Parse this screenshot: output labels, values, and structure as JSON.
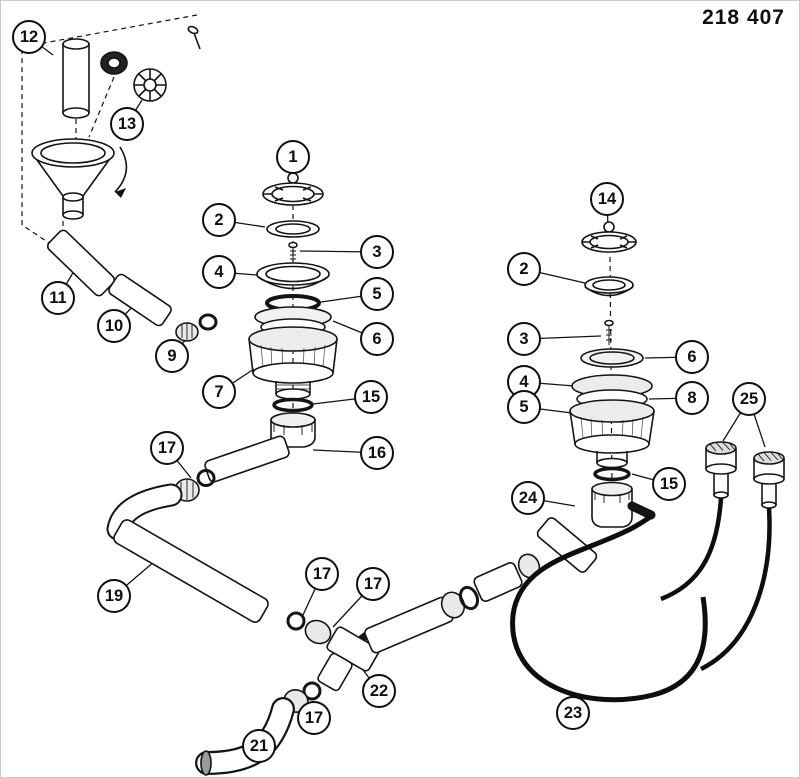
{
  "header": {
    "part_number": "218 407"
  },
  "diagram": {
    "callouts": [
      {
        "label": "12"
      },
      {
        "label": "13"
      },
      {
        "label": "1"
      },
      {
        "label": "2"
      },
      {
        "label": "3"
      },
      {
        "label": "4"
      },
      {
        "label": "5"
      },
      {
        "label": "6"
      },
      {
        "label": "14"
      },
      {
        "label": "2"
      },
      {
        "label": "11"
      },
      {
        "label": "10"
      },
      {
        "label": "9"
      },
      {
        "label": "3"
      },
      {
        "label": "7"
      },
      {
        "label": "6"
      },
      {
        "label": "15"
      },
      {
        "label": "4"
      },
      {
        "label": "8"
      },
      {
        "label": "5"
      },
      {
        "label": "25"
      },
      {
        "label": "16"
      },
      {
        "label": "17"
      },
      {
        "label": "15"
      },
      {
        "label": "24"
      },
      {
        "label": "17"
      },
      {
        "label": "17"
      },
      {
        "label": "19"
      },
      {
        "label": "22"
      },
      {
        "label": "17"
      },
      {
        "label": "21"
      },
      {
        "label": "23"
      }
    ]
  }
}
